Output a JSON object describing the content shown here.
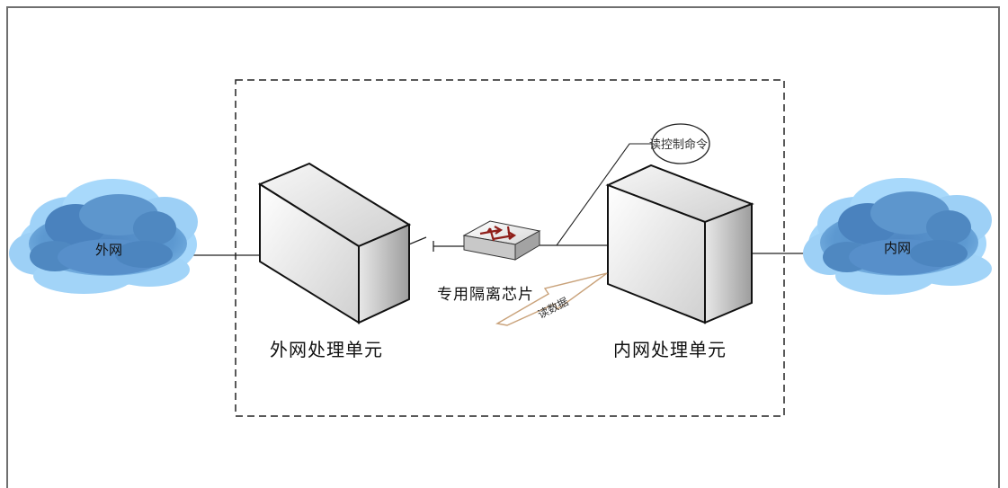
{
  "diagram": {
    "outer_cloud_label": "外网",
    "inner_cloud_label": "内网",
    "outer_unit_label": "外网处理单元",
    "inner_unit_label": "内网处理单元",
    "chip_label": "专用隔离芯片",
    "control_command_label": "读控制命令",
    "read_data_label": "读数据"
  }
}
